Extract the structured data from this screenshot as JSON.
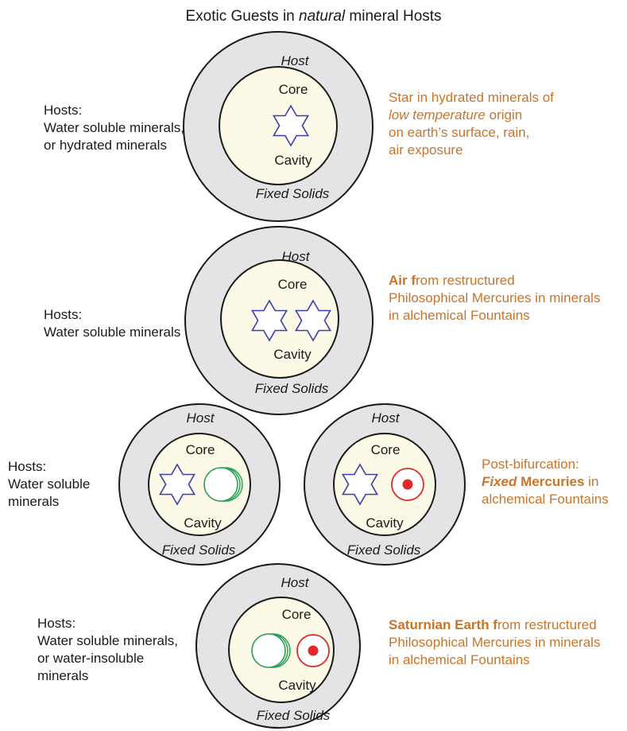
{
  "title": {
    "prefix": "Exotic Guests in ",
    "emphasis": "natural",
    "suffix": " mineral Hosts"
  },
  "labels": {
    "host": "Host",
    "core": "Core",
    "cavity": "Cavity",
    "fixed_solids": "Fixed Solids"
  },
  "colors": {
    "host_ring": "#e4e4e6",
    "core_fill": "#fcf9e6",
    "star": "#3a3fa8",
    "air_circle": "#2aa05a",
    "mercury_circle": "#e02a2a",
    "note_text": "#c8742a"
  },
  "rows": [
    {
      "left_lines": [
        "Hosts:",
        "Water soluble minerals,",
        "or hydrated minerals"
      ],
      "right": {
        "line1": "Star in hydrated minerals of",
        "line2_italic": "low temperature",
        "line2_rest": " origin",
        "line3": "on earth’s surface, rain,",
        "line4": "air exposure"
      },
      "guests": [
        "star"
      ]
    },
    {
      "left_lines": [
        "Hosts:",
        "Water soluble minerals"
      ],
      "right": {
        "bold": "Air f",
        "line1_rest": "rom restructured",
        "line2": "Philosophical Mercuries in minerals",
        "line3": "in alchemical Fountains"
      },
      "guests": [
        "star",
        "star"
      ]
    },
    {
      "left_lines": [
        "Hosts:",
        "Water soluble",
        "minerals"
      ],
      "guests_left": [
        "star",
        "air-bubble"
      ],
      "guests_right": [
        "star",
        "mercury"
      ],
      "right": {
        "line1": "Post-bifurcation:",
        "bold_italic": "Fixed",
        "bold_rest": " Mercuries",
        "line2_rest": " in",
        "line3": "alchemical Fountains"
      }
    },
    {
      "left_lines": [
        "Hosts:",
        "Water soluble minerals,",
        "or water-insoluble",
        "minerals"
      ],
      "right": {
        "bold": "Saturnian Earth f",
        "line1_rest": "rom restructured",
        "line2": "Philosophical Mercuries in minerals",
        "line3": "in alchemical Fountains"
      },
      "guests": [
        "air-bubble",
        "mercury"
      ]
    }
  ]
}
